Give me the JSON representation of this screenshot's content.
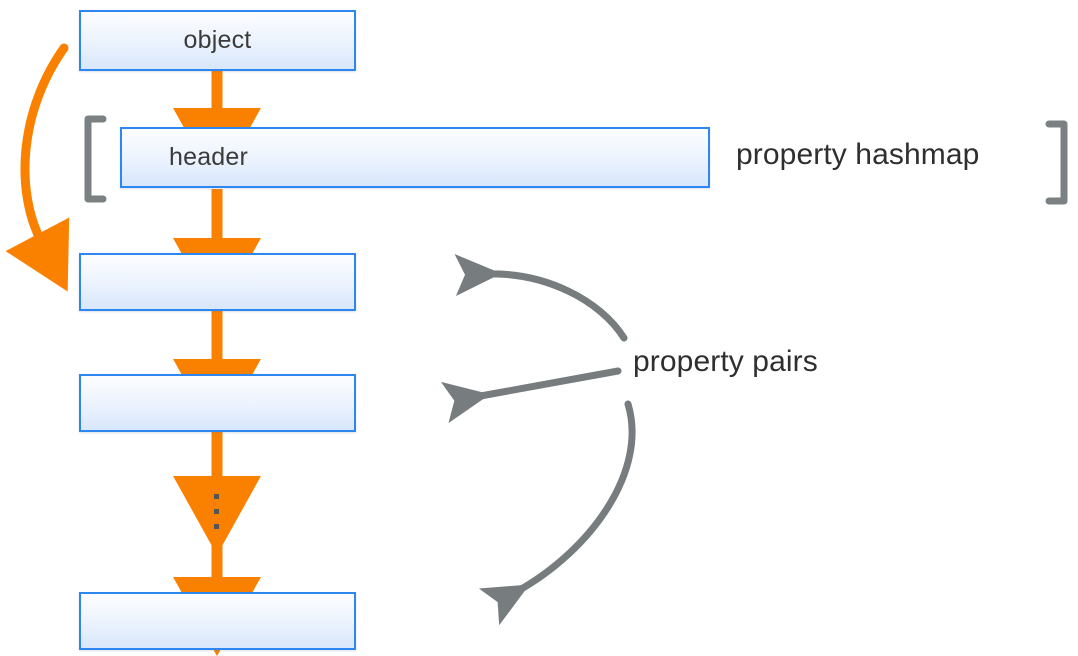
{
  "diagram": {
    "title": "object property hashmap and property pairs",
    "colors": {
      "box_border": "#2e86f0",
      "box_fill_top": "#fcfdff",
      "box_fill_bottom": "#d8e7fc",
      "arrow_orange": "#fa8100",
      "arrow_gray": "#777c7e",
      "bracket_gray": "#7b8083",
      "text_dark": "#2f2f2f",
      "background": "#ffffff"
    },
    "boxes": [
      {
        "id": "object",
        "label": "object",
        "label_align": "center"
      },
      {
        "id": "header",
        "label": "header",
        "label_align": "left"
      },
      {
        "id": "pair-1",
        "label": "",
        "label_align": "left"
      },
      {
        "id": "pair-2",
        "label": "",
        "label_align": "left"
      },
      {
        "id": "pair-n",
        "label": "",
        "label_align": "left"
      }
    ],
    "captions": [
      {
        "id": "property-hashmap",
        "text": "property hashmap"
      },
      {
        "id": "property-pairs",
        "text": "property pairs"
      }
    ],
    "brackets": {
      "left": "[",
      "right": "]"
    },
    "hashmap_slots": 4,
    "ellipsis": "⋮",
    "ellipsis_dots": 3
  }
}
